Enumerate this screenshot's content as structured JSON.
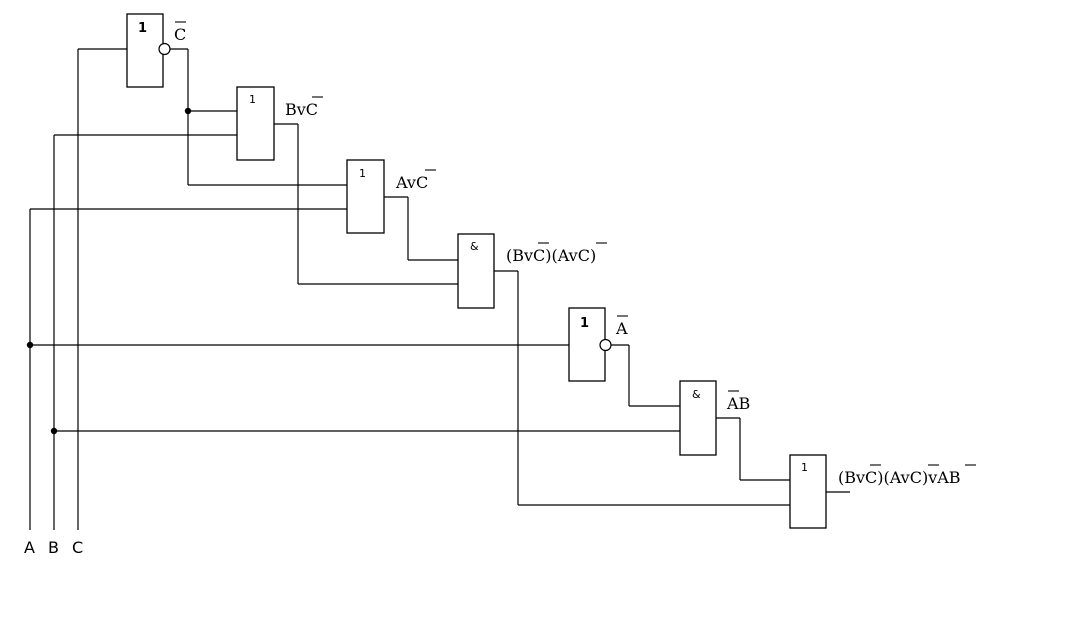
{
  "inputs": [
    "A",
    "B",
    "C"
  ],
  "gates": {
    "not_c": {
      "symbol": "1",
      "output": "C"
    },
    "or_bc": {
      "symbol": "1",
      "output": "BvC"
    },
    "or_ac": {
      "symbol": "1",
      "output": "AvC"
    },
    "and_1": {
      "symbol": "&",
      "output": "(BvC)(AvC)"
    },
    "not_a": {
      "symbol": "1",
      "output": "A"
    },
    "and_2": {
      "symbol": "&",
      "output": "AB"
    },
    "or_final": {
      "symbol": "1",
      "output": "(BvC)(AvC)vAB"
    }
  }
}
